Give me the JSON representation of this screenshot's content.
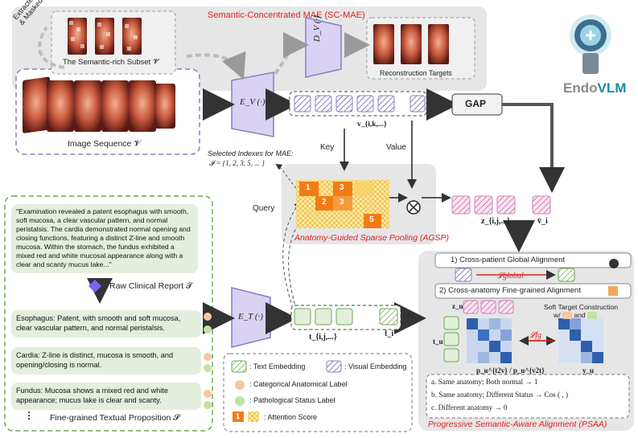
{
  "sc_mae": {
    "title": "Semantic-Concentrated MAE (SC-MAE)",
    "extracted_label_1": "Extracted 𝓘",
    "extracted_label_2": "& Masked",
    "subset_label": "The Semantic-rich Subset 𝓥̃",
    "recon_label": "Reconstruction Targets",
    "decoder_label": "D_V (·)"
  },
  "brand": {
    "name_a": "Endo",
    "name_b": "VLM"
  },
  "image_sequence": {
    "label": "Image Sequence 𝓥"
  },
  "encoders": {
    "visual": "E_V (·)",
    "text": "E_T (·)"
  },
  "gap": {
    "label": "GAP"
  },
  "tokens": {
    "visual_seq": "v_{i,k,...}",
    "v_bar": "v̄_i",
    "z_seq": "z_{i,j,...}",
    "t_seq": "t_{i,j,...}",
    "t_bar": "t̄_i"
  },
  "agsp": {
    "title": "Anatomy-Guided Sparse Pooling (AGSP)",
    "key": "Key",
    "value": "Value",
    "query": "Query",
    "selected_title": "Selected Indexes for MAE:",
    "selected_set": "𝓘 = {1, 2, 3, 5, ... }",
    "attention_numbers": [
      "1",
      "2",
      "3",
      "3",
      "5"
    ]
  },
  "report": {
    "text": "\"Examination revealed a patent esophagus with smooth, soft mucosa, a clear vascular pattern, and normal peristalsis. The cardia demonstrated normal opening and closing functions, featuring a distinct Z-line and smooth mucosa. Within the stomach, the fundus exhibited a mixed red and white mucosal appearance along with a clear and scanty mucus lake...\"",
    "label": "Raw Clinical Report 𝓣"
  },
  "propositions": {
    "items": [
      "Esophagus: Patent, with smooth and soft mucosa, clear vascular pattern, and normal peristalsis.",
      "Cardia: Z-line is distinct, mucosa is smooth, and opening/closing is normal.",
      "Fundus: Mucosa shows a mixed red and white appearance; mucus lake is clear and scanty."
    ],
    "ellipsis": "⋮",
    "label": "Fine-grained Textual Proposition 𝓢"
  },
  "legend": {
    "text_embedding": ": Text Embedding",
    "visual_embedding": ": Visual Embedding",
    "categorical": ": Categorical Anatomical Label",
    "pathological": ": Pathological Status Label",
    "attention": ": Attention Score",
    "attention_num": "1"
  },
  "psaa": {
    "title": "Progressive Semantic-Aware Alignment (PSAA)",
    "step1": "1) Cross-patient Global Alignment",
    "step2": "2) Cross-anatomy Fine-grained Alignment",
    "loss_global": "𝓛global",
    "loss_fg": "𝓛fg",
    "z_u": "z_u",
    "t_u": "t_u",
    "y_u": "y_u",
    "p_label": "p_u^{t2v} / p_u^{v2t}",
    "soft_target": "Soft Target Construction",
    "soft_target_2": "w/",
    "and": "and",
    "rule_a": "a. Same anatomy; Both normal → 1",
    "rule_b": "b. Same anatomy; Different Status → Cos (  ,  )",
    "rule_c": "c. Different anatomy → 0"
  },
  "colors": {
    "red_text": "#e0201e",
    "mae_bg": "#e6e6e6",
    "green_fill": "#e3efdc",
    "green_border": "#6aa84f",
    "purple_border": "#8e7cc3",
    "pink_token": "#e7b6d6",
    "violet_token": "#c9c0ee",
    "attention_orange": "#f27c14",
    "attention_yellow": "#f7d36a",
    "heat_blue": "#2e5fae"
  }
}
